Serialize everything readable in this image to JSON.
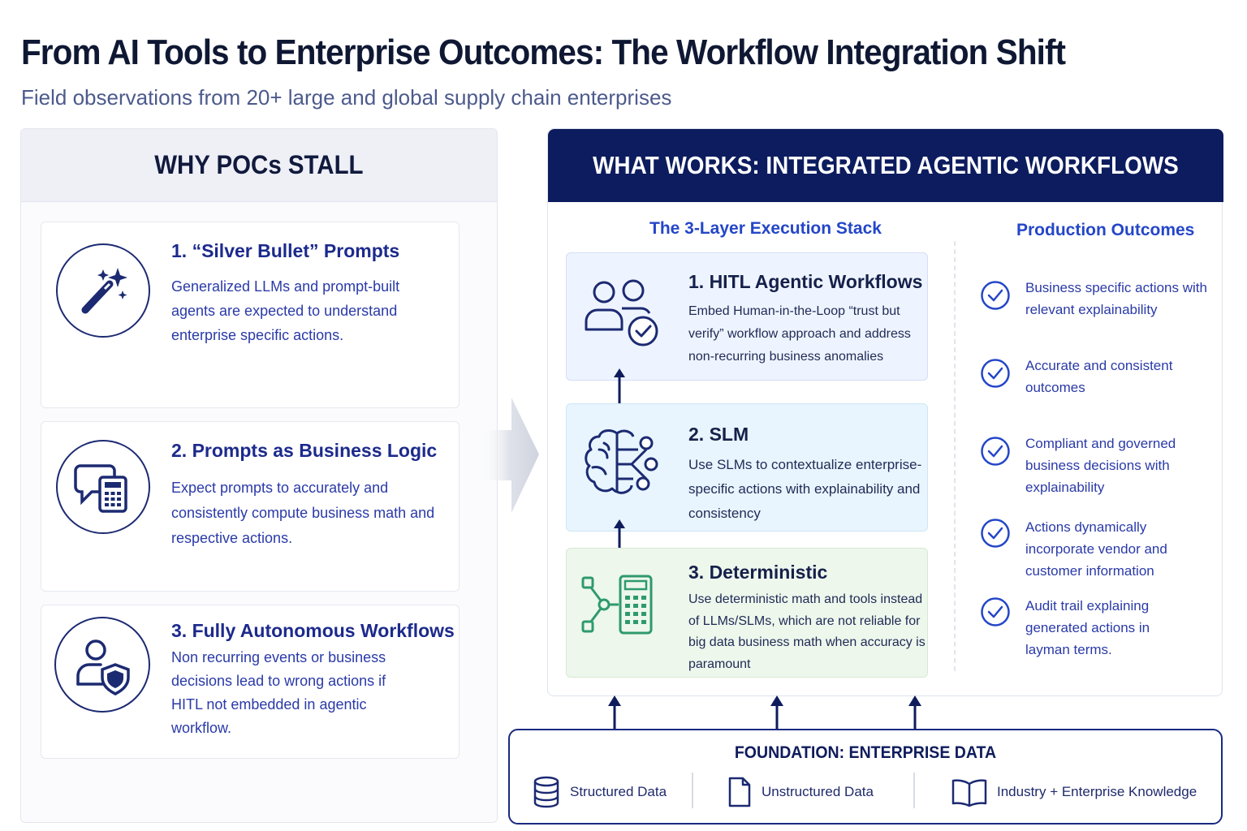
{
  "header": {
    "title": "From AI Tools to Enterprise Outcomes: The Workflow Integration Shift",
    "subtitle": "Field observations from 20+ large and global supply chain enterprises"
  },
  "stall": {
    "heading": "WHY POCs STALL",
    "items": [
      {
        "title": "1. “Silver Bullet” Prompts",
        "description": "Generalized LLMs and prompt-built agents are expected to understand enterprise specific actions.",
        "icon": "magic-wand-icon"
      },
      {
        "title": "2. Prompts as Business Logic",
        "description": "Expect prompts to accurately and consistently compute business math and respective actions.",
        "icon": "chat-calculator-icon"
      },
      {
        "title": "3. Fully Autonomous Workflows",
        "description": "Non recurring events or business decisions lead to wrong actions if HITL not embedded in agentic workflow.",
        "icon": "user-shield-icon"
      }
    ]
  },
  "works": {
    "heading": "WHAT WORKS: INTEGRATED AGENTIC WORKFLOWS",
    "stack_label": "The 3-Layer Execution Stack",
    "outcomes_label": "Production Outcomes",
    "layers": [
      {
        "title": "1. HITL Agentic Workflows",
        "description": "Embed Human-in-the-Loop “trust but verify” workflow approach and address non-recurring business anomalies",
        "icon": "users-check-icon",
        "bg": "#eef4ff"
      },
      {
        "title": "2. SLM",
        "description": "Use SLMs to contextualize enterprise-specific actions with explainability and consistency",
        "icon": "brain-network-icon",
        "bg": "#e8f5fe"
      },
      {
        "title": "3. Deterministic",
        "description": "Use deterministic math and tools instead of LLMs/SLMs, which are not reliable for big data business math when accuracy is paramount",
        "icon": "flow-calculator-icon",
        "bg": "#edf7ec"
      }
    ],
    "outcomes": [
      "Business specific actions with relevant explainability",
      "Accurate and consistent outcomes",
      "Compliant and governed business decisions with explainability",
      "Actions dynamically incorporate vendor and customer information",
      "Audit trail explaining generated actions in layman terms."
    ]
  },
  "foundation": {
    "title": "FOUNDATION: ENTERPRISE DATA",
    "items": [
      {
        "label": "Structured Data",
        "icon": "database-icon"
      },
      {
        "label": "Unstructured Data",
        "icon": "document-icon"
      },
      {
        "label": "Industry + Enterprise Knowledge",
        "icon": "open-book-icon"
      }
    ]
  },
  "colors": {
    "navy": "#0c1c5e",
    "accent_blue": "#2446c8",
    "text_blue": "#2a3aa8",
    "green_icon": "#2e9a6b"
  }
}
